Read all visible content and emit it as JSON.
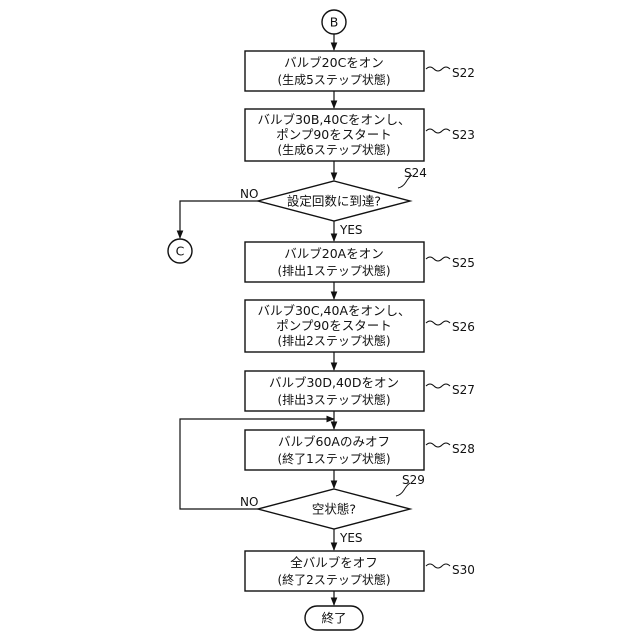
{
  "connector_b": "B",
  "connector_c": "C",
  "s22": {
    "id": "S22",
    "line1": "バルブ20Cをオン",
    "line2": "(生成5ステップ状態)"
  },
  "s23": {
    "id": "S23",
    "line1": "バルブ30B,40Cをオンし、",
    "line2": "ポンプ90をスタート",
    "line3": "(生成6ステップ状態)"
  },
  "s24": {
    "id": "S24",
    "question": "設定回数に到達?",
    "no": "NO",
    "yes": "YES"
  },
  "s25": {
    "id": "S25",
    "line1": "バルブ20Aをオン",
    "line2": "(排出1ステップ状態)"
  },
  "s26": {
    "id": "S26",
    "line1": "バルブ30C,40Aをオンし、",
    "line2": "ポンプ90をスタート",
    "line3": "(排出2ステップ状態)"
  },
  "s27": {
    "id": "S27",
    "line1": "バルブ30D,40Dをオン",
    "line2": "(排出3ステップ状態)"
  },
  "s28": {
    "id": "S28",
    "line1": "バルブ60Aのみオフ",
    "line2": "(終了1ステップ状態)"
  },
  "s29": {
    "id": "S29",
    "question": "空状態?",
    "no": "NO",
    "yes": "YES"
  },
  "s30": {
    "id": "S30",
    "line1": "全バルブをオフ",
    "line2": "(終了2ステップ状態)"
  },
  "end": "終了"
}
